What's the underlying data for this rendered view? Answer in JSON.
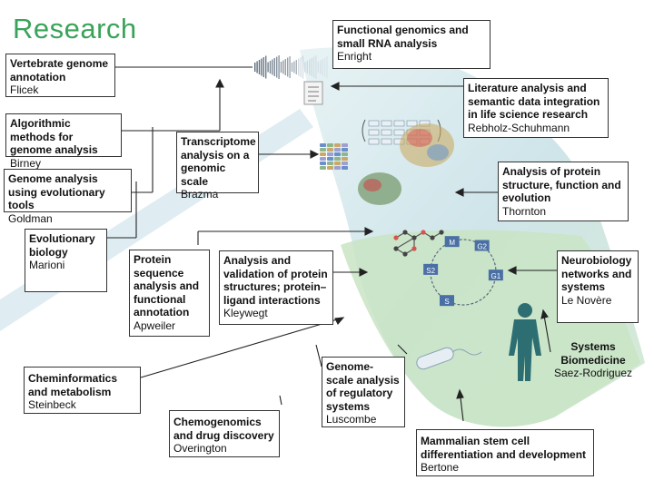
{
  "title": "Research",
  "colors": {
    "title": "#3aa35a",
    "band_light": "#d9ecef",
    "band_mid": "#b6d8df",
    "band_green": "#cfe6c9",
    "river": "#cfe3ee"
  },
  "groups": [
    {
      "id": "enright",
      "title": "Functional genomics and small RNA analysis",
      "name": "Enright"
    },
    {
      "id": "flicek",
      "title": "Vertebrate genome annotation",
      "name": "Flicek"
    },
    {
      "id": "rebholz",
      "title": "Literature analysis and semantic data integration in life science research",
      "name": "Rebholz-Schuhmann"
    },
    {
      "id": "birney",
      "title": "Algorithmic methods for genome analysis",
      "name": "Birney"
    },
    {
      "id": "brazma",
      "title": "Transcriptome analysis on a genomic scale",
      "name": "Brazma"
    },
    {
      "id": "goldman",
      "title": "Genome analysis using evolutionary tools",
      "name": "Goldman"
    },
    {
      "id": "thornton",
      "title": "Analysis of protein structure, function and evolution",
      "name": "Thornton"
    },
    {
      "id": "marioni",
      "title": "Evolutionary biology",
      "name": "Marioni"
    },
    {
      "id": "apweiler",
      "title": "Protein sequence analysis and functional annotation",
      "name": "Apweiler"
    },
    {
      "id": "kleywegt",
      "title": "Analysis and validation of protein structures; protein–ligand interactions",
      "name": "Kleywegt"
    },
    {
      "id": "lenovere",
      "title": "Neurobiology networks and systems",
      "name": "Le Novère"
    },
    {
      "id": "saez",
      "title": "Systems Biomedicine",
      "name": "Saez-Rodriguez"
    },
    {
      "id": "steinbeck",
      "title": "Cheminformatics and metabolism",
      "name": "Steinbeck"
    },
    {
      "id": "luscombe",
      "title": "Genome-scale analysis of regulatory systems",
      "name": "Luscombe"
    },
    {
      "id": "overington",
      "title": "Chemogenomics and drug discovery",
      "name": "Overington"
    },
    {
      "id": "bertone",
      "title": "Mammalian stem cell differentiation and development",
      "name": "Bertone"
    }
  ],
  "cycle": {
    "labels": [
      "M",
      "G2",
      "G1",
      "S2",
      "S"
    ]
  }
}
